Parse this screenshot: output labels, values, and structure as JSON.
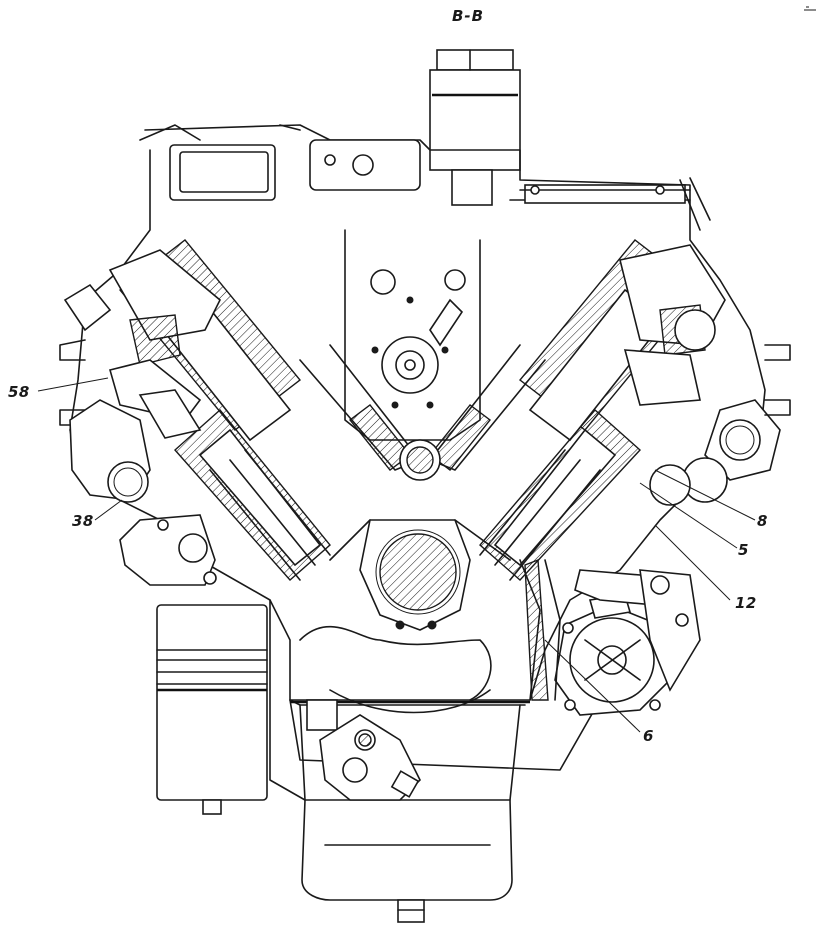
{
  "section_title": "В-В",
  "callouts": [
    {
      "id": "c58",
      "label": "58"
    },
    {
      "id": "c38",
      "label": "38"
    },
    {
      "id": "c8",
      "label": "8"
    },
    {
      "id": "c5",
      "label": "5"
    },
    {
      "id": "c12",
      "label": "12"
    },
    {
      "id": "c6",
      "label": "6"
    }
  ],
  "colors": {
    "line": "#1a1a1a",
    "background": "#ffffff"
  }
}
